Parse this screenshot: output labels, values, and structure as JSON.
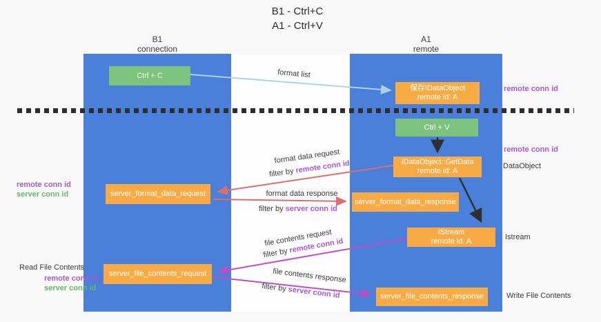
{
  "title": {
    "line1": "B1 - Ctrl+C",
    "line2": "A1 - Ctrl+V"
  },
  "lifelines": {
    "left": {
      "name": "B1",
      "role": "connection"
    },
    "right": {
      "name": "A1",
      "role": "remote"
    }
  },
  "nodes": {
    "ctrl_c": "Ctrl + C",
    "ctrl_v": "Ctrl + V",
    "save_idataobject": {
      "line1": "保存IDataObject",
      "line2": "remote id: A"
    },
    "getdata": {
      "line1": "IDataObject::GetData",
      "line2": "remote id: A"
    },
    "istream": {
      "line1": "IStream",
      "line2": "remote id: A"
    },
    "server_format_data_request": "server_format_data_request",
    "server_format_data_response": "server_format_data_response",
    "server_file_contents_request": "server_file_contents_request",
    "server_file_contents_response": "server_file_contents_response"
  },
  "edge_labels": {
    "format_list": "format list",
    "format_data_request": "format data request",
    "format_data_response": "format data response",
    "file_contents_request": "file contents request",
    "file_contents_response": "file contents response",
    "filter_by": "filter by",
    "remote_conn_id": "remote conn id",
    "server_conn_id": "server conn id"
  },
  "side_labels": {
    "remote_conn_id": "remote conn id",
    "server_conn_id": "server conn id",
    "dataobject": "DataObject",
    "istream": "Istream",
    "read_file_contents": "Read File Contents",
    "write_file_contents": "Write File Contents"
  },
  "colors": {
    "column_blue": "#4a80d9",
    "node_green": "#7cc47e",
    "node_orange": "#f8ab44",
    "arrow_light_blue": "#a8d2ef",
    "arrow_red": "#e06c6c",
    "arrow_magenta": "#bc4ec4",
    "arrow_black": "#2f2f2f",
    "label_purple": "#a859cd",
    "label_green": "#67b868"
  }
}
